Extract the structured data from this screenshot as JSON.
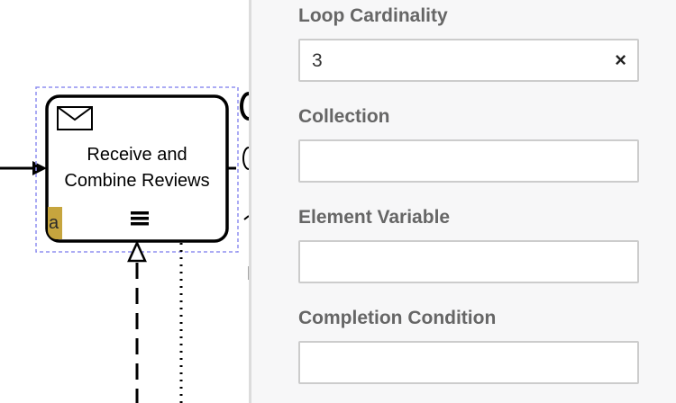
{
  "diagram": {
    "task_label_line1": "Receive and",
    "task_label_line2": "Combine Reviews",
    "annotation_letter": "a",
    "colors": {
      "stroke": "#000000",
      "selection": "#8f8ff0",
      "annotation_marker": "#c6a53e"
    }
  },
  "panel": {
    "fields": [
      {
        "label": "Loop Cardinality",
        "value": "3",
        "clear_icon": "×"
      },
      {
        "label": "Collection",
        "value": ""
      },
      {
        "label": "Element Variable",
        "value": ""
      },
      {
        "label": "Completion Condition",
        "value": ""
      }
    ]
  }
}
